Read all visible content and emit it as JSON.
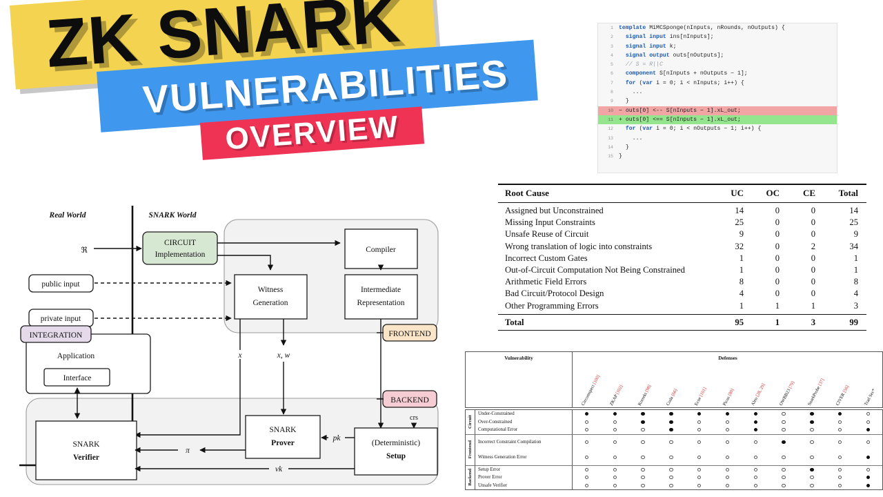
{
  "title": {
    "line1": "ZK SNARK",
    "line2": "VULNERABILITIES",
    "line3": "OVERVIEW",
    "colors": {
      "yellow": "#F3D34F",
      "blue": "#3F97EE",
      "pink": "#EE3355"
    }
  },
  "code": {
    "language": "circom",
    "diff_removed_color": "#F1A5A5",
    "diff_added_color": "#95E58E",
    "lines": [
      {
        "n": "1",
        "state": "normal",
        "tokens": [
          {
            "t": "template",
            "c": "kw"
          },
          {
            "t": " MiMCSponge(nInputs, nRounds, nOutputs) {",
            "c": "pl"
          }
        ]
      },
      {
        "n": "2",
        "state": "normal",
        "tokens": [
          {
            "t": "  ",
            "c": "pl"
          },
          {
            "t": "signal input",
            "c": "kw"
          },
          {
            "t": " ins[nInputs];",
            "c": "pl"
          }
        ]
      },
      {
        "n": "3",
        "state": "normal",
        "tokens": [
          {
            "t": "  ",
            "c": "pl"
          },
          {
            "t": "signal input",
            "c": "kw"
          },
          {
            "t": " k;",
            "c": "pl"
          }
        ]
      },
      {
        "n": "4",
        "state": "normal",
        "tokens": [
          {
            "t": "  ",
            "c": "pl"
          },
          {
            "t": "signal output",
            "c": "kw"
          },
          {
            "t": " outs[nOutputs];",
            "c": "pl"
          }
        ]
      },
      {
        "n": "5",
        "state": "normal",
        "tokens": [
          {
            "t": "  ",
            "c": "pl"
          },
          {
            "t": "// S = R||C",
            "c": "cm"
          }
        ]
      },
      {
        "n": "6",
        "state": "normal",
        "tokens": [
          {
            "t": "  ",
            "c": "pl"
          },
          {
            "t": "component",
            "c": "kw"
          },
          {
            "t": " S[nInputs + nOutputs − 1];",
            "c": "pl"
          }
        ]
      },
      {
        "n": "7",
        "state": "normal",
        "tokens": [
          {
            "t": "  ",
            "c": "pl"
          },
          {
            "t": "for",
            "c": "kw"
          },
          {
            "t": " (",
            "c": "pl"
          },
          {
            "t": "var",
            "c": "kw"
          },
          {
            "t": " i = 0; i < nInputs; i++) {",
            "c": "pl"
          }
        ]
      },
      {
        "n": "8",
        "state": "normal",
        "tokens": [
          {
            "t": "    ...",
            "c": "pl"
          }
        ]
      },
      {
        "n": "9",
        "state": "normal",
        "tokens": [
          {
            "t": "  }",
            "c": "pl"
          }
        ]
      },
      {
        "n": "10",
        "state": "removed",
        "tokens": [
          {
            "t": "− outs[0] <-- S[nInputs − 1].xL_out;",
            "c": "pl"
          }
        ]
      },
      {
        "n": "11",
        "state": "added",
        "tokens": [
          {
            "t": "+ outs[0] <== S[nInputs − 1].xL_out;",
            "c": "pl"
          }
        ]
      },
      {
        "n": "12",
        "state": "normal",
        "tokens": [
          {
            "t": "  ",
            "c": "pl"
          },
          {
            "t": "for",
            "c": "kw"
          },
          {
            "t": " (",
            "c": "pl"
          },
          {
            "t": "var",
            "c": "kw"
          },
          {
            "t": " i = 0; i < nOutputs − 1; i++) {",
            "c": "pl"
          }
        ]
      },
      {
        "n": "13",
        "state": "normal",
        "tokens": [
          {
            "t": "    ...",
            "c": "pl"
          }
        ]
      },
      {
        "n": "14",
        "state": "normal",
        "tokens": [
          {
            "t": "  }",
            "c": "pl"
          }
        ]
      },
      {
        "n": "15",
        "state": "normal",
        "tokens": [
          {
            "t": "}",
            "c": "pl"
          }
        ]
      }
    ]
  },
  "root_cause_table": {
    "columns": [
      "Root Cause",
      "UC",
      "OC",
      "CE",
      "Total"
    ],
    "rows": [
      {
        "name": "Assigned but Unconstrained",
        "uc": "14",
        "oc": "0",
        "ce": "0",
        "total": "14"
      },
      {
        "name": "Missing Input Constraints",
        "uc": "25",
        "oc": "0",
        "ce": "0",
        "total": "25"
      },
      {
        "name": "Unsafe Reuse of Circuit",
        "uc": "9",
        "oc": "0",
        "ce": "0",
        "total": "9"
      },
      {
        "name": "Wrong translation of logic into constraints",
        "uc": "32",
        "oc": "0",
        "ce": "2",
        "total": "34"
      },
      {
        "name": "Incorrect Custom Gates",
        "uc": "1",
        "oc": "0",
        "ce": "0",
        "total": "1"
      },
      {
        "name": "Out-of-Circuit Computation Not Being Constrained",
        "uc": "1",
        "oc": "0",
        "ce": "0",
        "total": "1"
      },
      {
        "name": "Arithmetic Field Errors",
        "uc": "8",
        "oc": "0",
        "ce": "0",
        "total": "8"
      },
      {
        "name": "Bad Circuit/Protocol Design",
        "uc": "4",
        "oc": "0",
        "ce": "0",
        "total": "4"
      },
      {
        "name": "Other Programming Errors",
        "uc": "1",
        "oc": "1",
        "ce": "1",
        "total": "3"
      }
    ],
    "footer": {
      "name": "Total",
      "uc": "95",
      "oc": "1",
      "ce": "3",
      "total": "99"
    }
  },
  "defense_matrix": {
    "vulnerability_header": "Vulnerability",
    "defenses_header": "Defenses",
    "defenses": [
      {
        "name": "Circomspect",
        "ref": "[100]"
      },
      {
        "name": "ZKAP",
        "ref": "[102]"
      },
      {
        "name": "Korrekt",
        "ref": "[98]"
      },
      {
        "name": "Coda",
        "ref": "[66]"
      },
      {
        "name": "Ecne",
        "ref": "[101]"
      },
      {
        "name": "Picus",
        "ref": "[80]"
      },
      {
        "name": "Aleo",
        "ref": "[28, 29]"
      },
      {
        "name": "OWBB23",
        "ref": "[79]"
      },
      {
        "name": "SnarkProbe",
        "ref": "[37]"
      },
      {
        "name": "CIVER",
        "ref": "[56]"
      },
      {
        "name": "Trad Sec*",
        "ref": ""
      }
    ],
    "groups": [
      {
        "label": "Circuit",
        "rows": [
          {
            "name": "Under-Constrained",
            "cells": [
              1,
              1,
              1,
              1,
              1,
              1,
              1,
              0,
              1,
              1,
              0
            ]
          },
          {
            "name": "Over-Constrained",
            "cells": [
              0,
              0,
              1,
              1,
              0,
              0,
              1,
              0,
              1,
              0,
              0
            ]
          },
          {
            "name": "Computational Error",
            "cells": [
              0,
              0,
              0,
              1,
              0,
              0,
              1,
              0,
              0,
              0,
              1
            ]
          }
        ]
      },
      {
        "label": "Frontend",
        "rows": [
          {
            "name": "Incorrect Constraint Compilation",
            "cells": [
              0,
              0,
              0,
              0,
              0,
              0,
              0,
              1,
              0,
              0,
              0
            ]
          },
          {
            "name": "Witness Generation Error",
            "cells": [
              0,
              0,
              0,
              0,
              0,
              0,
              0,
              0,
              0,
              0,
              1
            ]
          }
        ]
      },
      {
        "label": "Backend",
        "rows": [
          {
            "name": "Setup Error",
            "cells": [
              0,
              0,
              0,
              0,
              0,
              0,
              0,
              0,
              1,
              0,
              0
            ]
          },
          {
            "name": "Prover Error",
            "cells": [
              0,
              0,
              0,
              0,
              0,
              0,
              0,
              0,
              0,
              0,
              1
            ]
          },
          {
            "name": "Unsafe Verifier",
            "cells": [
              0,
              0,
              0,
              0,
              0,
              0,
              0,
              0,
              0,
              0,
              1
            ]
          }
        ]
      }
    ]
  },
  "diagram": {
    "world_labels": {
      "real": "Real World",
      "snark": "SNARK World"
    },
    "relation_symbol": "ℜ",
    "boxes": {
      "circuit_implementation": "CIRCUIT\nImplementation",
      "circuit_line1": "CIRCUIT",
      "circuit_line2": "Implementation",
      "public_input": "public input",
      "private_input": "private input",
      "integration": "INTEGRATION",
      "application": "Application",
      "interface": "Interface",
      "compiler": "Compiler",
      "witness_line1": "Witness",
      "witness_line2": "Generation",
      "ir_line1": "Intermediate",
      "ir_line2": "Representation",
      "prover_line1": "SNARK",
      "prover_line2": "Prover",
      "verifier_line1": "SNARK",
      "verifier_line2": "Verifier",
      "setup_line1": "(Deterministic)",
      "setup_line2": "Setup"
    },
    "badges": {
      "frontend": "FRONTEND",
      "backend": "BACKEND"
    },
    "edge_labels": {
      "x": "x",
      "xw": "x, w",
      "pi": "π",
      "pk": "pk",
      "vk": "vk",
      "crs": "crs"
    },
    "colors": {
      "circuit_box": "#D6E7D2",
      "integration_box": "#E5DAE9",
      "frontend_badge": "#FAE5C8",
      "backend_badge": "#F5CDD2",
      "panel": "#F2F2F2"
    }
  }
}
